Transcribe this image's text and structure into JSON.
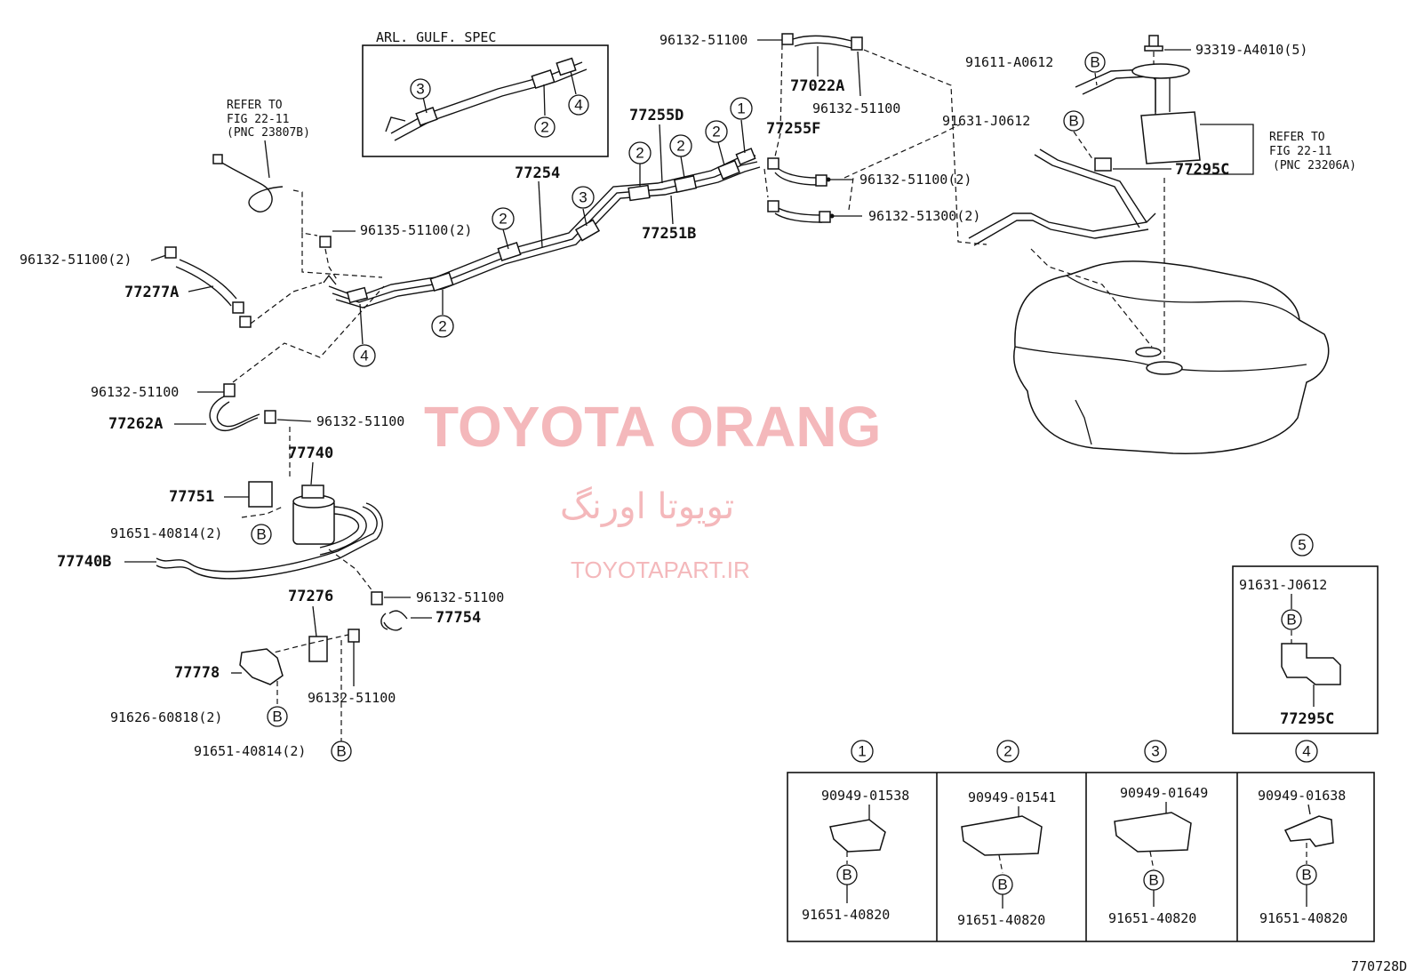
{
  "watermark": {
    "title": "TOYOTA ORANG",
    "persian": "تویوتا اورنگ",
    "site": "TOYOTAPART.IR"
  },
  "diagram_id": "770728D",
  "inset_arl": {
    "title": "ARL. GULF. SPEC",
    "markers": [
      "3",
      "2",
      "4"
    ]
  },
  "refer_left": {
    "line1": "REFER TO",
    "line2": "FIG 22-11",
    "line3": "(PNC 23807B)"
  },
  "refer_right": {
    "line1": "REFER TO",
    "line2": "FIG 22-11",
    "line3": "(PNC 23206A)"
  },
  "labels": {
    "p96132_51100_top": "96132-51100",
    "p77022A": "77022A",
    "p96132_51100_b": "96132-51100",
    "p77255D": "77255D",
    "p77255F": "77255F",
    "p96132_51100_2a": "96132-51100(2)",
    "p96132_51300_2": "96132-51300(2)",
    "p77251B": "77251B",
    "p77254": "77254",
    "p96135_51100_2": "96135-51100(2)",
    "p96132_51100_2_left": "96132-51100(2)",
    "p77277A": "77277A",
    "p96132_51100_c": "96132-51100",
    "p77262A": "77262A",
    "p96132_51100_d": "96132-51100",
    "p77740": "77740",
    "p77751": "77751",
    "p91651_40814_2a": "91651-40814(2)",
    "p77740B": "77740B",
    "p96132_51100_e": "96132-51100",
    "p77276": "77276",
    "p77754": "77754",
    "p77778": "77778",
    "p96132_51100_f": "96132-51100",
    "p91626_60818_2": "91626-60818(2)",
    "p91651_40814_2b": "91651-40814(2)",
    "p91611_A0612": "91611-A0612",
    "p93319_A4010_5": "93319-A4010(5)",
    "p91631_J0612": "91631-J0612",
    "p77295C": "77295C"
  },
  "b_marker": "B",
  "markers": {
    "m1": "1",
    "m2": "2",
    "m3": "3",
    "m4": "4",
    "m5": "5"
  },
  "inset5": {
    "marker": "5",
    "bolt": "91631-J0612",
    "part": "77295C"
  },
  "clamps": [
    {
      "marker": "1",
      "part": "90949-01538",
      "bolt": "91651-40820"
    },
    {
      "marker": "2",
      "part": "90949-01541",
      "bolt": "91651-40820"
    },
    {
      "marker": "3",
      "part": "90949-01649",
      "bolt": "91651-40820"
    },
    {
      "marker": "4",
      "part": "90949-01638",
      "bolt": "91651-40820"
    }
  ]
}
